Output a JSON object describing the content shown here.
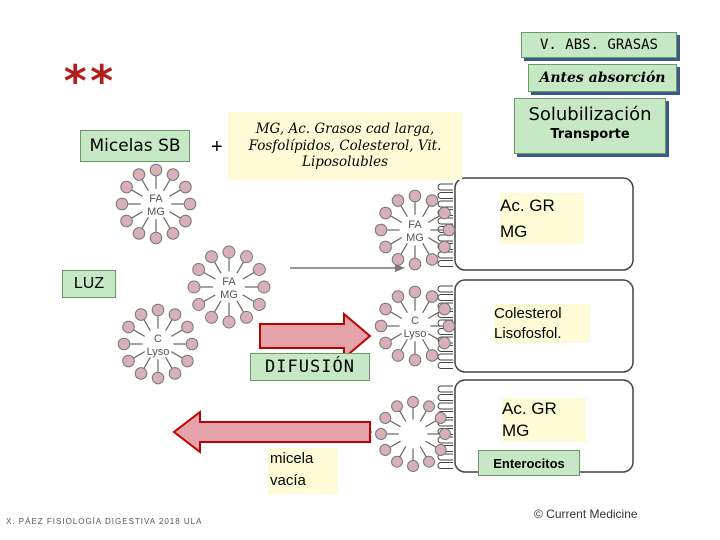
{
  "header": {
    "title": "V. ABS. GRASAS",
    "stars": "**",
    "antes": "Antes absorción"
  },
  "labels": {
    "micelas": "Micelas SB",
    "plus": "+",
    "lipids": "MG, Ac. Grasos cad larga, Fosfolípidos, Colesterol, Vit. Liposolubles",
    "solubilizacion": "Solubilización",
    "transporte": "Transporte",
    "luz": "LUZ",
    "ac_gr_mg_1": "Ac. GR MG",
    "colesterol": "Colesterol Lisofosfol.",
    "difusion": "DIFUSIÓN",
    "ac_gr_mg_2": "Ac. GR MG",
    "micela_vacia": "micela vacía",
    "enterocitos": "Enterocitos",
    "footer": "X. PÁEZ FISIOLOGÍA DIGESTIVA 2018 ULA",
    "credit": "© Current Medicine"
  },
  "micelle_labels": {
    "fa": "FA",
    "mg": "MG",
    "c": "C",
    "lyso": "Lyso"
  },
  "colors": {
    "green_box": "#c7e8c4",
    "yellow_box": "#fffbd6",
    "stars": "#b11e1e",
    "arrow_fill": "#e4a3a8",
    "arrow_stroke": "#c00000",
    "micelle_head": "#d8b0b8"
  }
}
